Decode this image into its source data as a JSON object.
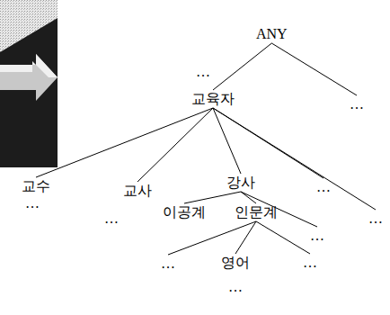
{
  "diagram": {
    "nodes": [
      {
        "text": [
          "ANY"
        ]
      },
      {
        "text": [
          "교육자"
        ]
      },
      {
        "text": [
          "…"
        ]
      },
      {
        "text": [
          "교수"
        ]
      },
      {
        "text": [
          "교사"
        ]
      },
      {
        "text": [
          "강사"
        ]
      },
      {
        "text": [
          "…"
        ]
      },
      {
        "text": [
          "…"
        ]
      },
      {
        "text": [
          "이공계"
        ]
      },
      {
        "text": [
          "인문계"
        ]
      },
      {
        "text": [
          "…"
        ]
      },
      {
        "text": [
          "…"
        ]
      },
      {
        "text": [
          "영어"
        ]
      },
      {
        "text": [
          "…"
        ]
      }
    ],
    "edges": [
      {
        "from": 0,
        "to": 1,
        "arrow": "none"
      },
      {
        "from": 0,
        "to": 2,
        "arrow": "none"
      },
      {
        "from": 1,
        "to": 3,
        "arrow": "none"
      },
      {
        "from": 1,
        "to": 4,
        "arrow": "none"
      },
      {
        "from": 1,
        "to": 5,
        "arrow": "none"
      },
      {
        "from": 1,
        "to": 6,
        "arrow": "none"
      },
      {
        "from": 1,
        "to": 7,
        "arrow": "none"
      },
      {
        "from": 5,
        "to": 8,
        "arrow": "none"
      },
      {
        "from": 5,
        "to": 9,
        "arrow": "none"
      },
      {
        "from": 5,
        "to": 10,
        "arrow": "none"
      },
      {
        "from": 9,
        "to": 11,
        "arrow": "none"
      },
      {
        "from": 9,
        "to": 12,
        "arrow": "none"
      },
      {
        "from": 9,
        "to": 13,
        "arrow": "none"
      }
    ],
    "labels": [
      "…",
      "…",
      "…",
      "…"
    ]
  }
}
